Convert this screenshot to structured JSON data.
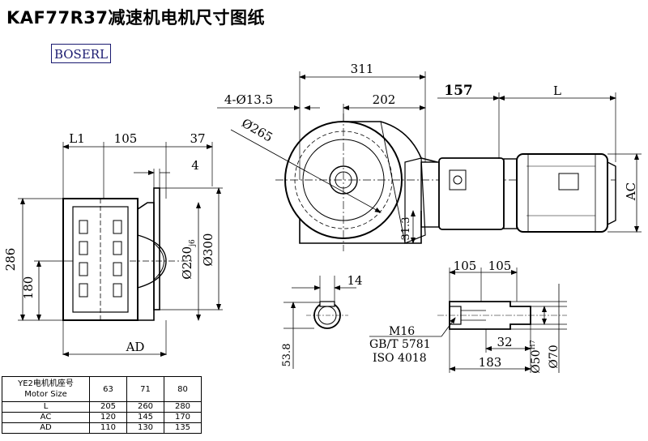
{
  "title": "KAF77R37减速机电机尺寸图纸",
  "logo": "BOSERL",
  "dims": {
    "L1": "L1",
    "d105a": "105",
    "d37": "37",
    "d4": "4",
    "d286": "286",
    "d180": "180",
    "d230": "Ø230",
    "d230_tol": "j6",
    "d300": "Ø300",
    "AD": "AD",
    "d311": "311",
    "holes": "4-Ø13.5",
    "d202": "202",
    "d265": "Ø265",
    "d157": "157",
    "L": "L",
    "AC": "AC",
    "d313": "31.3",
    "d14": "14",
    "d538": "53.8",
    "d105b": "105",
    "d105c": "105",
    "m16": "M16",
    "gbt": "GB/T 5781",
    "iso": "ISO 4018",
    "d32": "32",
    "d183": "183",
    "d50": "Ø50",
    "d50_tol": "H7",
    "d70": "Ø70"
  },
  "table": {
    "header": [
      "YE2电机机座号",
      "Motor Size"
    ],
    "sizes": [
      "63",
      "71",
      "80"
    ],
    "rows": [
      {
        "label": "L",
        "values": [
          "205",
          "260",
          "280"
        ]
      },
      {
        "label": "AC",
        "values": [
          "120",
          "145",
          "170"
        ]
      },
      {
        "label": "AD",
        "values": [
          "110",
          "130",
          "135"
        ]
      }
    ]
  }
}
